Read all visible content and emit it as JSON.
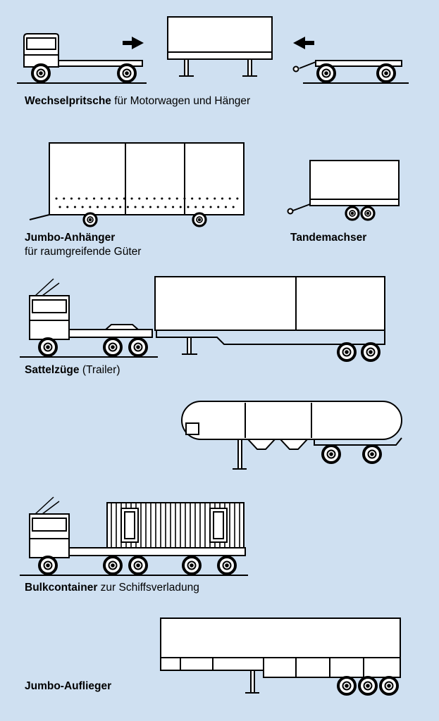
{
  "page": {
    "background_color": "#cfe0f1",
    "line_color": "#000000",
    "fill_color": "#ffffff"
  },
  "icons": {
    "arrow_right": "→",
    "arrow_left": "←"
  },
  "sections": [
    {
      "id": "wechselpritsche",
      "name": "Wechselpritsche",
      "desc": " für Motorwagen und Hänger",
      "illustrations": [
        "flatbed-truck",
        "swap-body-on-legs",
        "trailer-chassis"
      ]
    },
    {
      "id": "jumbo-anhaenger",
      "name": "Jumbo-Anhänger",
      "desc": "für raumgreifende Güter",
      "illustrations": [
        "jumbo-box-trailer"
      ]
    },
    {
      "id": "tandemachser",
      "name": "Tandemachser",
      "desc": "",
      "illustrations": [
        "tandem-axle-trailer"
      ]
    },
    {
      "id": "sattelzuege",
      "name": "Sattelzüge",
      "desc": " (Trailer)",
      "illustrations": [
        "tractor-unit",
        "box-semitrailer",
        "tank-semitrailer"
      ]
    },
    {
      "id": "bulkcontainer",
      "name": "Bulkcontainer",
      "desc": " zur Schiffsverladung",
      "illustrations": [
        "tractor-with-bulk-container"
      ]
    },
    {
      "id": "jumbo-auflieger",
      "name": "Jumbo-Auflieger",
      "desc": "",
      "illustrations": [
        "jumbo-semitrailer"
      ]
    }
  ]
}
